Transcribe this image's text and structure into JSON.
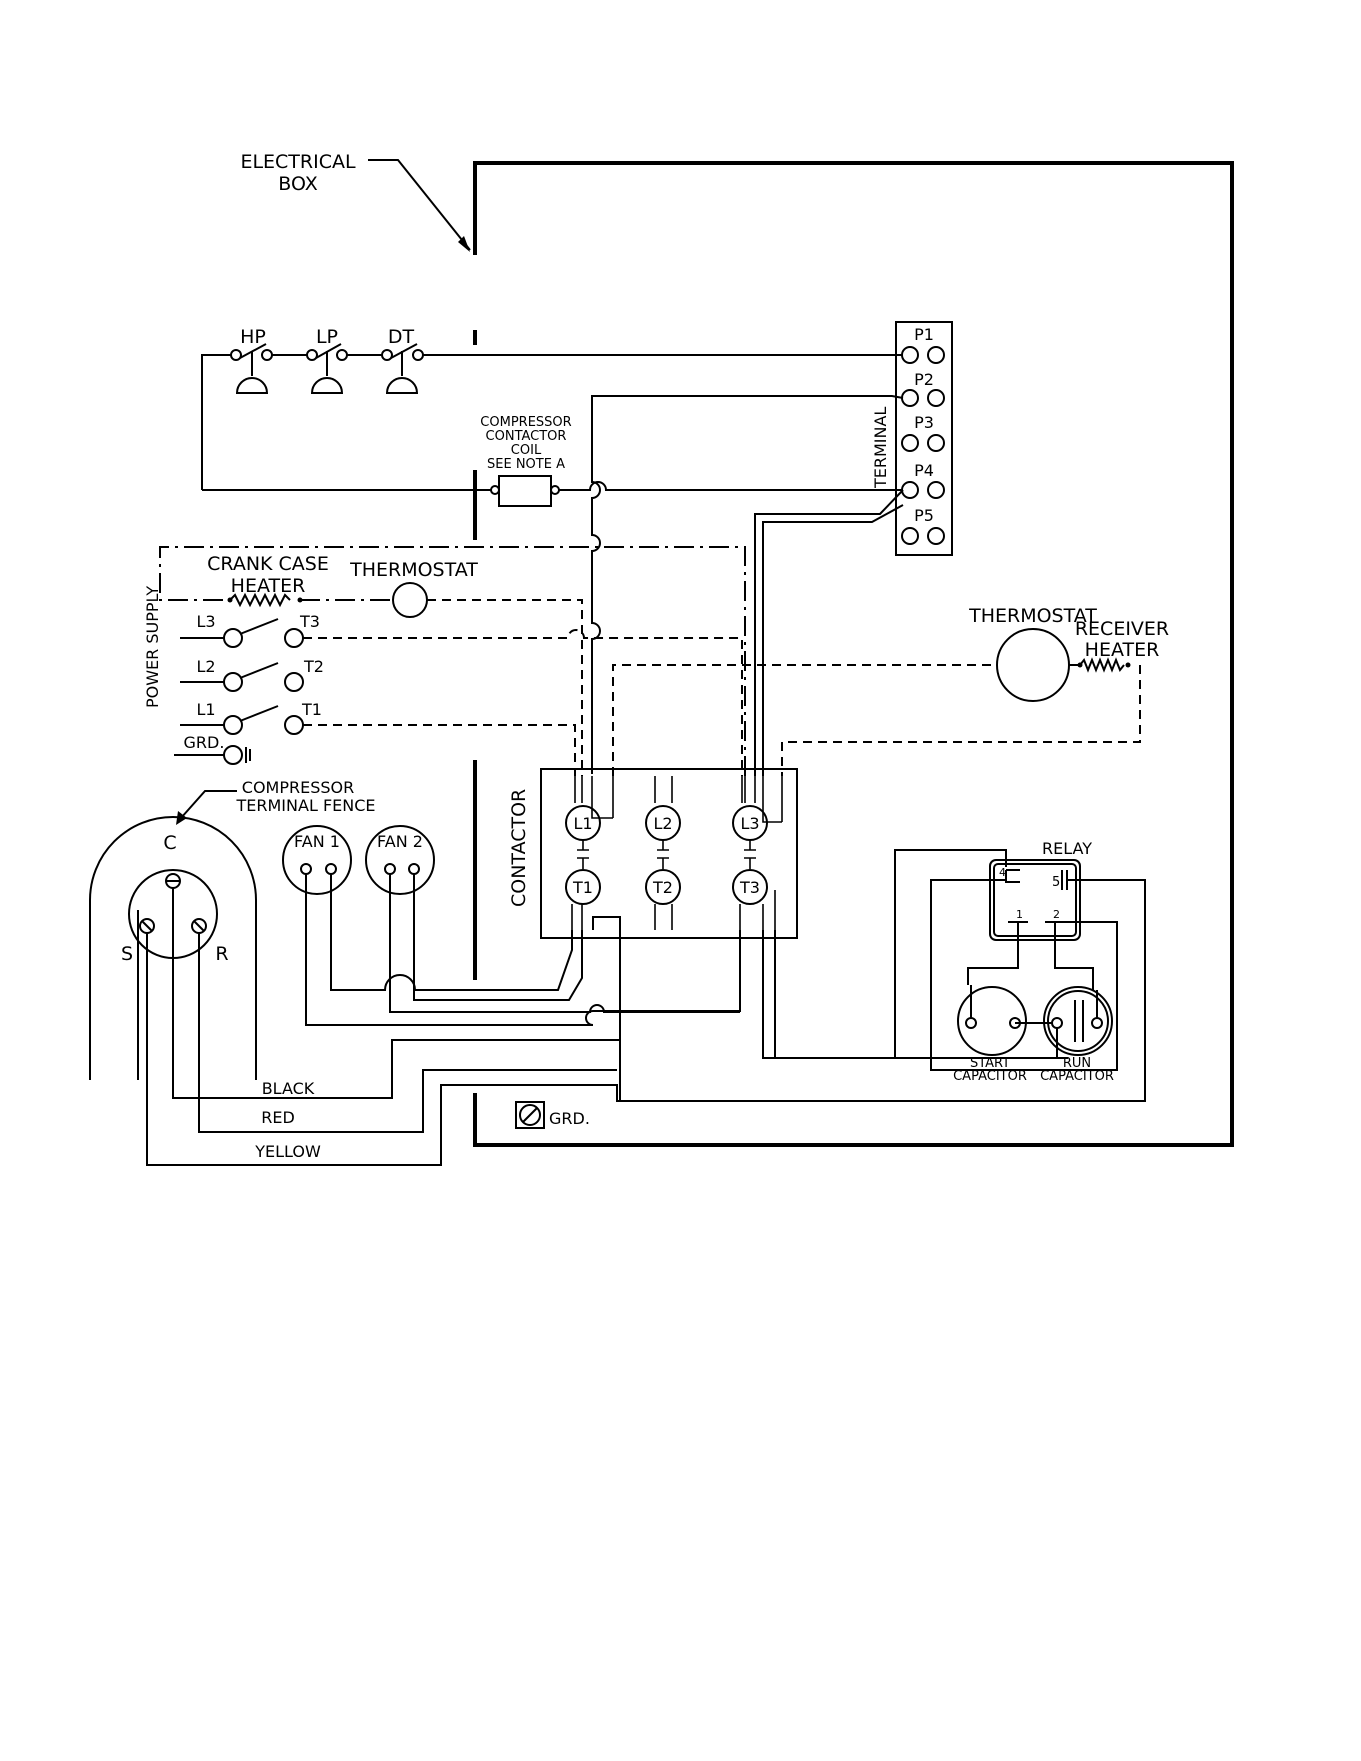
{
  "labels": {
    "electrical_box_1": "ELECTRICAL",
    "electrical_box_2": "BOX",
    "hp": "HP",
    "lp": "LP",
    "dt": "DT",
    "coil_1": "COMPRESSOR",
    "coil_2": "CONTACTOR",
    "coil_3": "COIL",
    "coil_4": "SEE NOTE A",
    "terminal": "TERMINAL",
    "p1": "P1",
    "p2": "P2",
    "p3": "P3",
    "p4": "P4",
    "p5": "P5",
    "crank_1": "CRANK CASE",
    "crank_2": "HEATER",
    "thermostat_1": "THERMOSTAT",
    "thermostat_2": "THERMOSTAT",
    "receiver_1": "RECEIVER",
    "receiver_2": "HEATER",
    "power_supply": "POWER SUPPLY",
    "l1": "L1",
    "l2": "L2",
    "l3": "L3",
    "t1": "T1",
    "t2": "T2",
    "t3": "T3",
    "grd_supply": "GRD.",
    "fence_1": "COMPRESSOR",
    "fence_2": "TERMINAL FENCE",
    "comp_c": "C",
    "comp_s": "S",
    "comp_r": "R",
    "fan1": "FAN 1",
    "fan2": "FAN 2",
    "contactor": "CONTACTOR",
    "k_l1": "L1",
    "k_l2": "L2",
    "k_l3": "L3",
    "k_t1": "T1",
    "k_t2": "T2",
    "k_t3": "T3",
    "relay": "RELAY",
    "relay_4": "4",
    "relay_5": "5",
    "relay_1": "1",
    "relay_2": "2",
    "start_1": "START",
    "start_2": "CAPACITOR",
    "run_1": "RUN",
    "run_2": "CAPACITOR",
    "black": "BLACK",
    "red": "RED",
    "yellow": "YELLOW",
    "grd_box": "GRD."
  }
}
